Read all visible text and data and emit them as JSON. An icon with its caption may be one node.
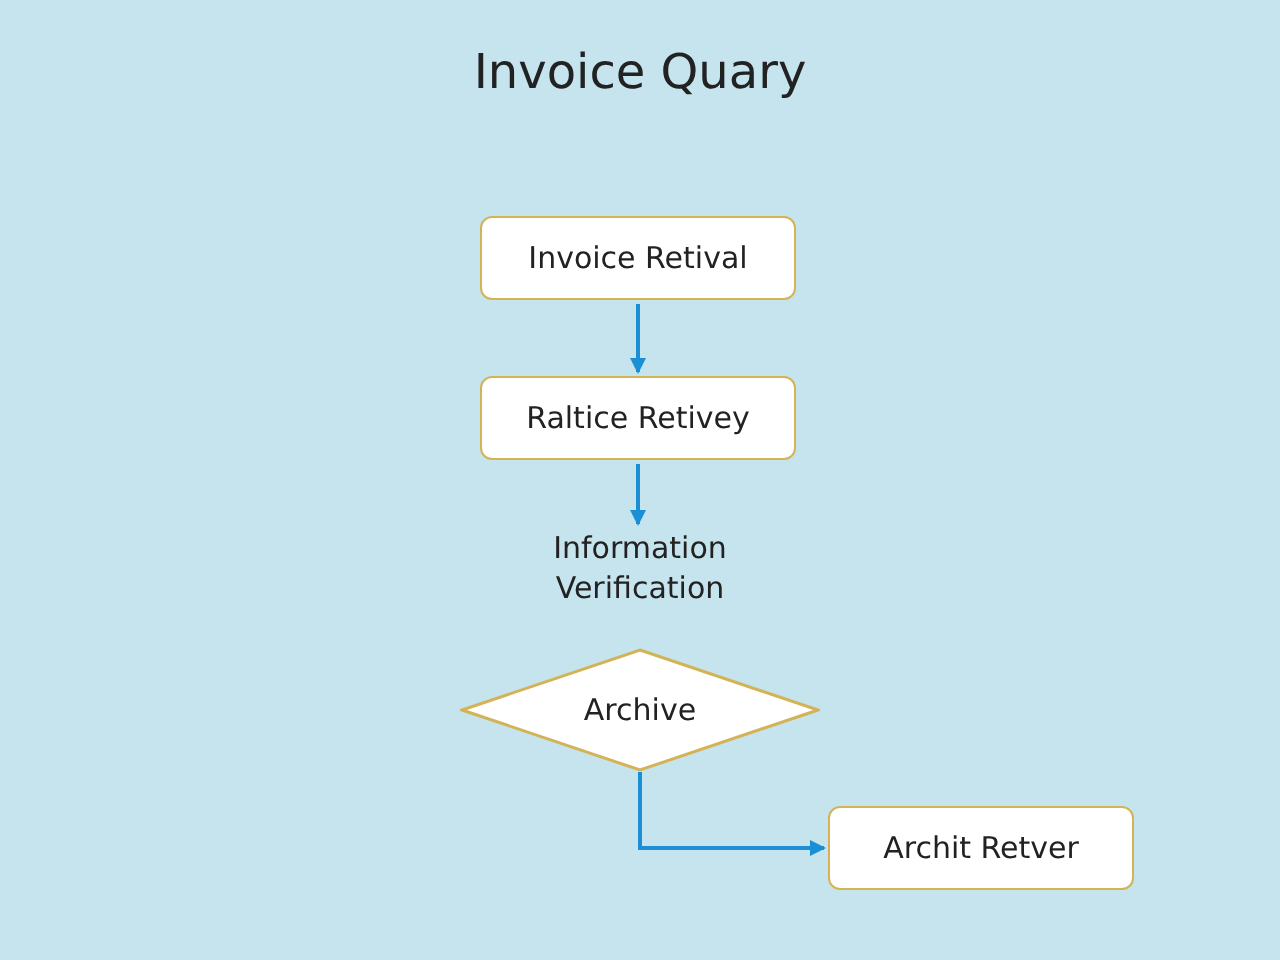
{
  "diagram": {
    "title": "Invoice Quary",
    "nodes": [
      {
        "text": [
          "Invoice Retival"
        ]
      },
      {
        "text": [
          "Raltice Retivey"
        ]
      },
      {
        "text": [
          "Information Verification"
        ]
      },
      {
        "text": [
          "Archive"
        ]
      },
      {
        "text": [
          "Archit Retver"
        ]
      }
    ],
    "edges": [
      {
        "from": 0,
        "to": 1,
        "arrow": "to"
      },
      {
        "from": 1,
        "to": 2,
        "arrow": "to"
      },
      {
        "from": 3,
        "to": 4,
        "arrow": "to"
      }
    ]
  }
}
